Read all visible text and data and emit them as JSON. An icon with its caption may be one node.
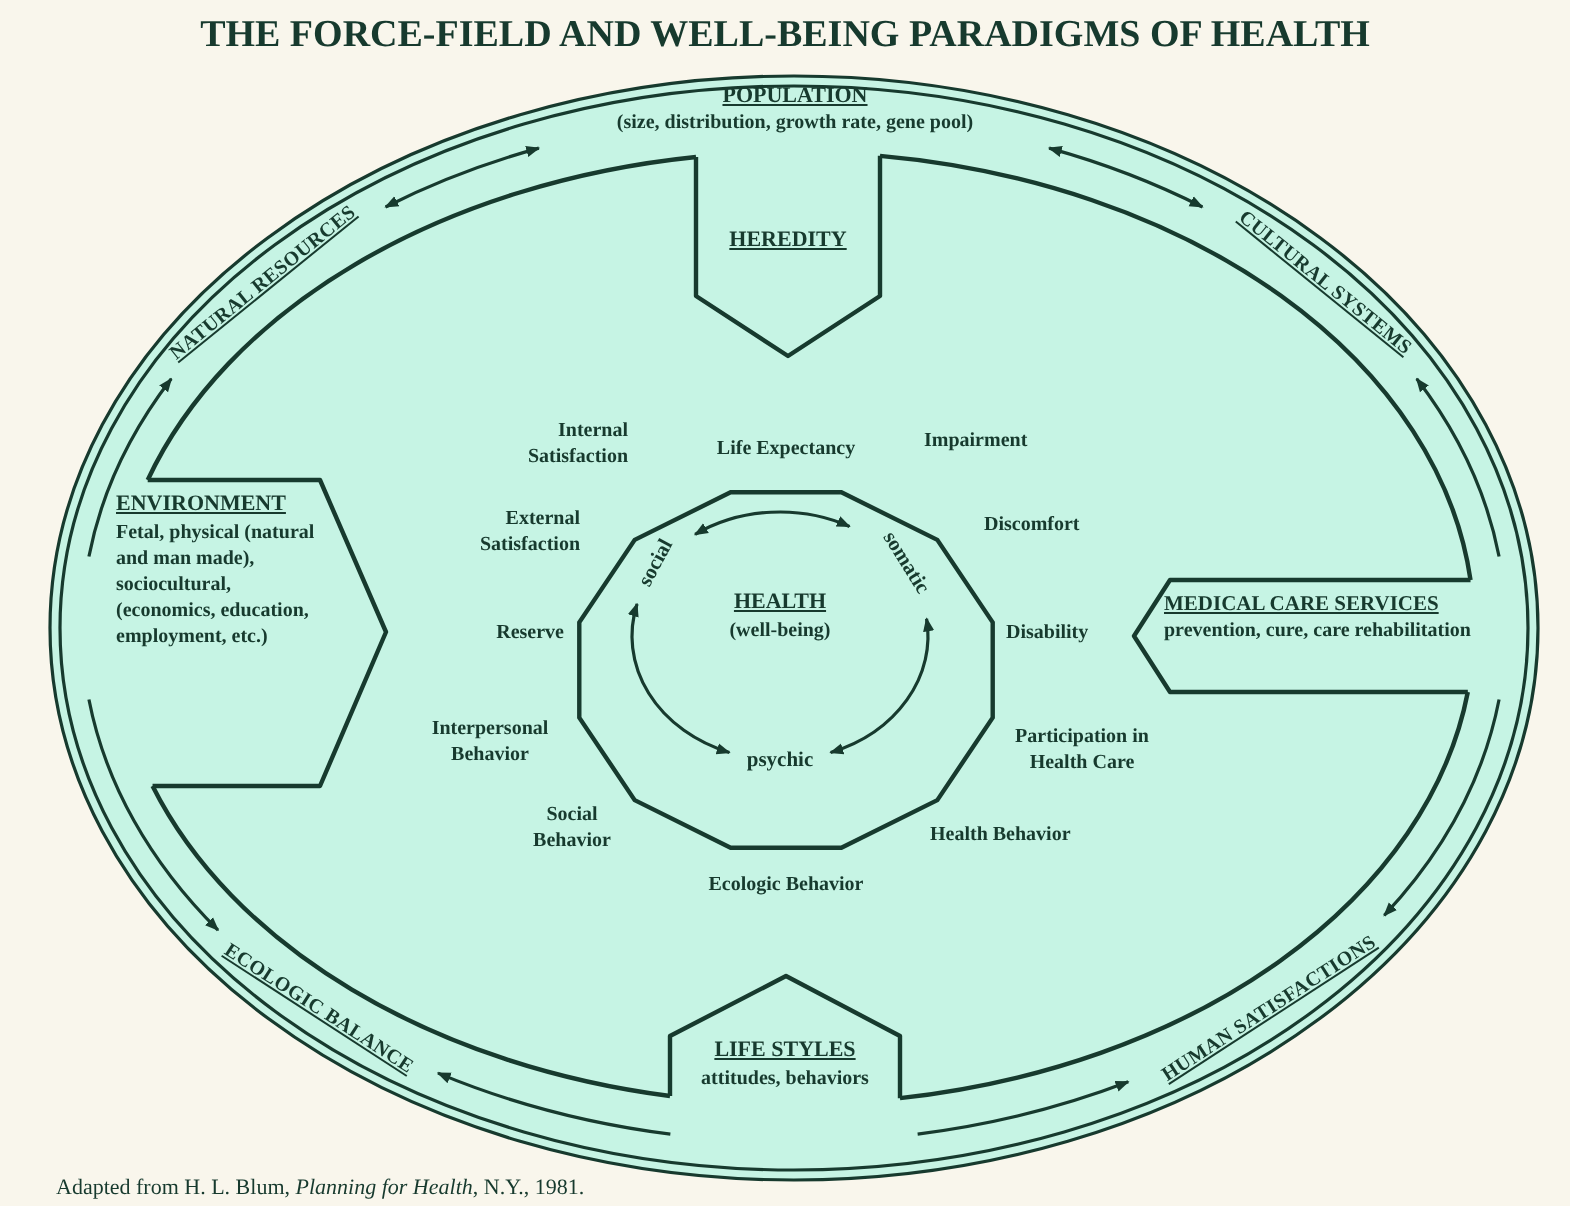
{
  "diagram": {
    "title": "THE FORCE-FIELD AND WELL-BEING PARADIGMS OF HEALTH",
    "caption": "Adapted from H. L. Blum, *Planning for Health*, N.Y., 1981.",
    "nodes": [
      {
        "text": [
          "POPULATION",
          "(size, distribution, growth rate, gene pool)"
        ]
      },
      {
        "text": [
          "NATURAL RESOURCES"
        ]
      },
      {
        "text": [
          "CULTURAL SYSTEMS"
        ]
      },
      {
        "text": [
          "HEREDITY"
        ]
      },
      {
        "text": [
          "ENVIRONMENT",
          "Fetal, physical (natural and man made), sociocultural, (economics, education, employment, etc.)"
        ]
      },
      {
        "text": [
          "MEDICAL CARE SERVICES",
          "prevention, cure, care rehabilitation"
        ]
      },
      {
        "text": [
          "HEALTH",
          "(well-being)"
        ]
      },
      {
        "text": [
          "social"
        ],
        "in": 6
      },
      {
        "text": [
          "somatic"
        ],
        "in": 6
      },
      {
        "text": [
          "psychic"
        ],
        "in": 6
      },
      {
        "text": [
          "ECOLOGIC BALANCE"
        ]
      },
      {
        "text": [
          "HUMAN SATISFACTIONS"
        ]
      },
      {
        "text": [
          "LIFE STYLES",
          "attitudes, behaviors"
        ]
      }
    ],
    "edges": [
      {
        "from": 0,
        "to": 1,
        "arrow": "both"
      },
      {
        "from": 0,
        "to": 2,
        "arrow": "both"
      },
      {
        "from": 5,
        "to": 2,
        "arrow": "to"
      },
      {
        "from": 5,
        "to": 11,
        "arrow": "to"
      },
      {
        "from": 12,
        "to": 11,
        "arrow": "to"
      },
      {
        "from": 12,
        "to": 10,
        "arrow": "to"
      },
      {
        "from": 4,
        "to": 10,
        "arrow": "to"
      },
      {
        "from": 4,
        "to": 1,
        "arrow": "to"
      },
      {
        "from": 7,
        "to": 8,
        "arrow": "both"
      },
      {
        "from": 8,
        "to": 9,
        "arrow": "both"
      },
      {
        "from": 9,
        "to": 7,
        "arrow": "both"
      }
    ],
    "labels": [
      "Life Expectancy",
      "Internal Satisfaction",
      "Impairment",
      "External Satisfaction",
      "Discomfort",
      "Reserve",
      "Disability",
      "Interpersonal Behavior",
      "Participation in Health Care",
      "Social Behavior",
      "Health Behavior",
      "Ecologic Behavior"
    ]
  }
}
